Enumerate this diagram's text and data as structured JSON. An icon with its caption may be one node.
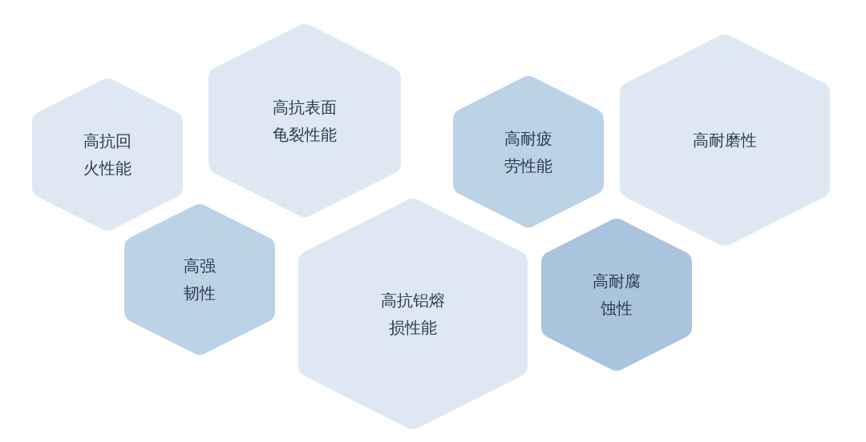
{
  "diagram": {
    "nodes": [
      {
        "text": [
          "高抗回火性能"
        ]
      },
      {
        "text": [
          "高抗表面龟裂性能"
        ]
      },
      {
        "text": [
          "高强韧性"
        ]
      },
      {
        "text": [
          "高抗铝熔损性能"
        ]
      },
      {
        "text": [
          "高耐疲劳性能"
        ]
      },
      {
        "text": [
          "高耐腐蚀性"
        ]
      },
      {
        "text": [
          "高耐磨性"
        ]
      }
    ]
  }
}
